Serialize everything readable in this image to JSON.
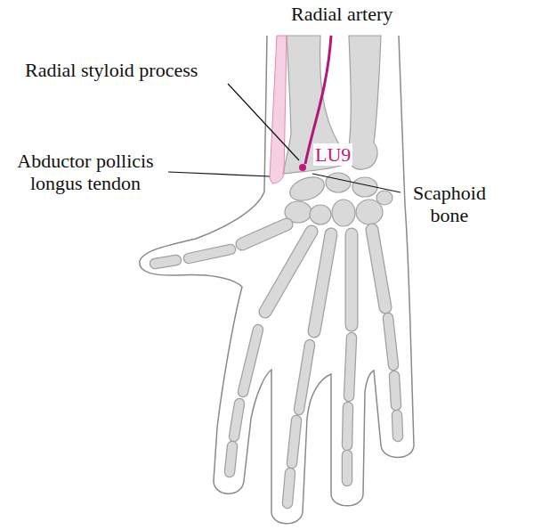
{
  "diagram": {
    "labels": [
      "Radial artery",
      "Radial styloid process",
      "Abductor pollicis longus tendon",
      "LU9",
      "Scaphoid bone"
    ]
  }
}
